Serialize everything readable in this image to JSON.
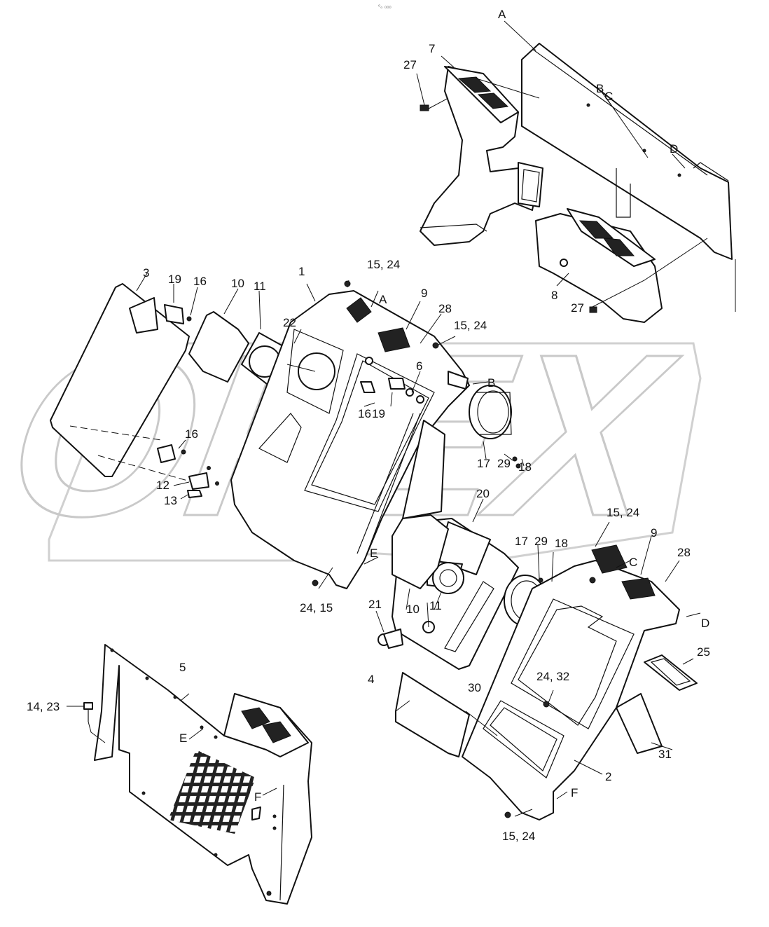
{
  "diagram": {
    "tiny_mark": "⁰ₒ ₀₀₀",
    "watermark_text": "OPEX",
    "labels": [
      {
        "id": "A-top",
        "text": "A"
      },
      {
        "id": "B-top",
        "text": "B"
      },
      {
        "id": "C-top",
        "text": "C"
      },
      {
        "id": "D-top",
        "text": "D"
      },
      {
        "id": "7",
        "text": "7"
      },
      {
        "id": "27-top",
        "text": "27"
      },
      {
        "id": "8",
        "text": "8"
      },
      {
        "id": "27-mid",
        "text": "27"
      },
      {
        "id": "3",
        "text": "3"
      },
      {
        "id": "19-top",
        "text": "19"
      },
      {
        "id": "16-top",
        "text": "16"
      },
      {
        "id": "10-top",
        "text": "10"
      },
      {
        "id": "11-top",
        "text": "11"
      },
      {
        "id": "22",
        "text": "22"
      },
      {
        "id": "1",
        "text": "1"
      },
      {
        "id": "15,24-a",
        "text": "15, 24"
      },
      {
        "id": "9-left",
        "text": "9"
      },
      {
        "id": "A-mid",
        "text": "A"
      },
      {
        "id": "28-left",
        "text": "28"
      },
      {
        "id": "15,24-b",
        "text": "15, 24"
      },
      {
        "id": "6",
        "text": "6"
      },
      {
        "id": "B-mid",
        "text": "B"
      },
      {
        "id": "16-mid",
        "text": "16"
      },
      {
        "id": "19-mid",
        "text": "19"
      },
      {
        "id": "16-low",
        "text": "16"
      },
      {
        "id": "12",
        "text": "12"
      },
      {
        "id": "13",
        "text": "13"
      },
      {
        "id": "17-a",
        "text": "17"
      },
      {
        "id": "29-a",
        "text": "29"
      },
      {
        "id": "18-a",
        "text": "18"
      },
      {
        "id": "20",
        "text": "20"
      },
      {
        "id": "15,24-c",
        "text": "15, 24"
      },
      {
        "id": "9-right",
        "text": "9"
      },
      {
        "id": "28-right",
        "text": "28"
      },
      {
        "id": "17-b",
        "text": "17"
      },
      {
        "id": "29-b",
        "text": "29"
      },
      {
        "id": "18-b",
        "text": "18"
      },
      {
        "id": "C-mid",
        "text": "C"
      },
      {
        "id": "E-mid",
        "text": "E"
      },
      {
        "id": "24,15",
        "text": "24, 15"
      },
      {
        "id": "21",
        "text": "21"
      },
      {
        "id": "10-low",
        "text": "10"
      },
      {
        "id": "11-low",
        "text": "11"
      },
      {
        "id": "D-mid",
        "text": "D"
      },
      {
        "id": "25",
        "text": "25"
      },
      {
        "id": "30",
        "text": "30"
      },
      {
        "id": "24,32",
        "text": "24, 32"
      },
      {
        "id": "5",
        "text": "5"
      },
      {
        "id": "4",
        "text": "4"
      },
      {
        "id": "14,23",
        "text": "14, 23"
      },
      {
        "id": "E-low",
        "text": "E"
      },
      {
        "id": "F-low",
        "text": "F"
      },
      {
        "id": "31",
        "text": "31"
      },
      {
        "id": "2",
        "text": "2"
      },
      {
        "id": "F-right",
        "text": "F"
      },
      {
        "id": "15,24-d",
        "text": "15, 24"
      }
    ]
  }
}
